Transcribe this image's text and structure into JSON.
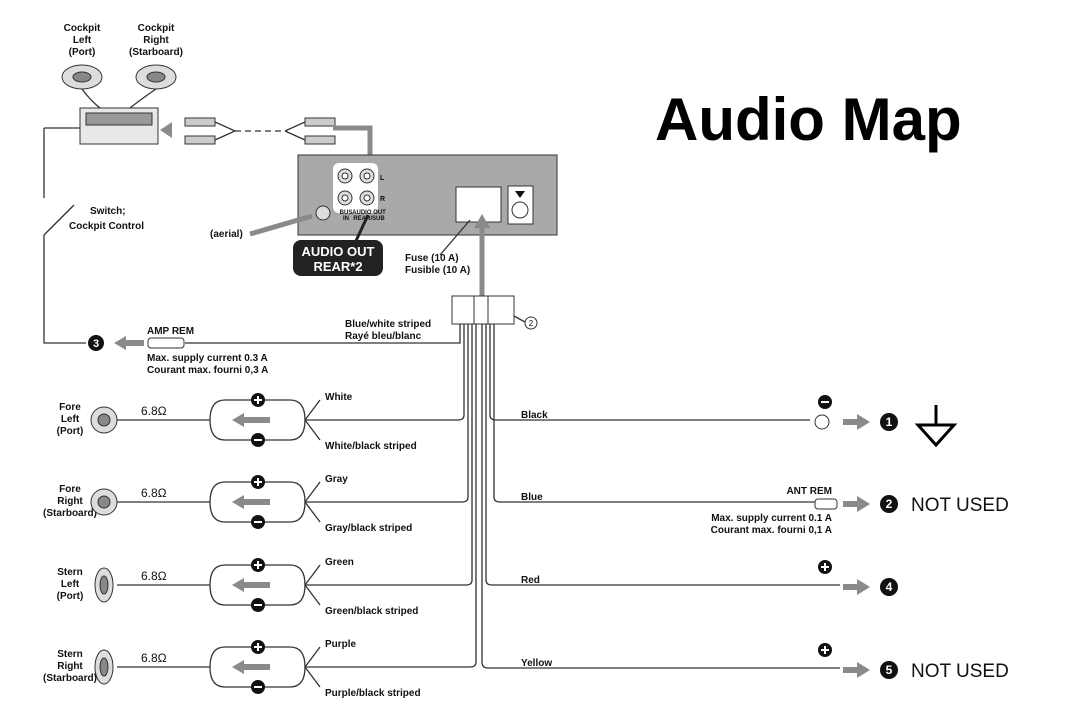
{
  "title": "Audio Map",
  "cockpit": {
    "left_speaker": [
      "Cockpit",
      "Left",
      "(Port)"
    ],
    "right_speaker": [
      "Cockpit",
      "Right",
      "(Starboard)"
    ],
    "switch": [
      "Switch;",
      "Cockpit Control"
    ]
  },
  "head_unit": {
    "aerial": "(aerial)",
    "rca_l": "L",
    "rca_r": "R",
    "bus_in": [
      "BUS",
      "IN"
    ],
    "audio_out_small": [
      "AUDIO OUT",
      "REAR/SUB"
    ],
    "audio_out_callout": [
      "AUDIO OUT",
      "REAR*2"
    ],
    "fuse": [
      "Fuse (10 A)",
      "Fusible (10 A)"
    ],
    "connector_callout": "2"
  },
  "amp_rem": {
    "label": "AMP REM",
    "wire": [
      "Blue/white striped",
      "Rayé bleu/blanc"
    ],
    "spec": [
      "Max. supply current 0.3 A",
      "Courant max. fourni 0,3 A"
    ],
    "terminal": "3"
  },
  "speakers": [
    {
      "name": [
        "Fore",
        "Left",
        "(Port)"
      ],
      "impedance": "6.8Ω",
      "plus_wire": "White",
      "minus_wire": "White/black striped"
    },
    {
      "name": [
        "Fore",
        "Right",
        "(Starboard)"
      ],
      "impedance": "6.8Ω",
      "plus_wire": "Gray",
      "minus_wire": "Gray/black striped"
    },
    {
      "name": [
        "Stern",
        "Left",
        "(Port)"
      ],
      "impedance": "6.8Ω",
      "plus_wire": "Green",
      "minus_wire": "Green/black striped"
    },
    {
      "name": [
        "Stern",
        "Right",
        "(Starboard)"
      ],
      "impedance": "6.8Ω",
      "plus_wire": "Purple",
      "minus_wire": "Purple/black striped"
    }
  ],
  "power": [
    {
      "wire": "Black",
      "polarity": "−",
      "terminal": "1",
      "note": "",
      "symbol": "ground-icon"
    },
    {
      "wire": "Blue",
      "label": "ANT REM",
      "spec": [
        "Max. supply current 0.1 A",
        "Courant max. fourni 0,1 A"
      ],
      "terminal": "2",
      "note": "NOT USED"
    },
    {
      "wire": "Red",
      "polarity": "+",
      "terminal": "4",
      "note": ""
    },
    {
      "wire": "Yellow",
      "polarity": "+",
      "terminal": "5",
      "note": "NOT USED"
    }
  ],
  "colors": {
    "panel": "#a9a9a9",
    "arrow": "#8a8a8a",
    "callout": "#222222"
  }
}
